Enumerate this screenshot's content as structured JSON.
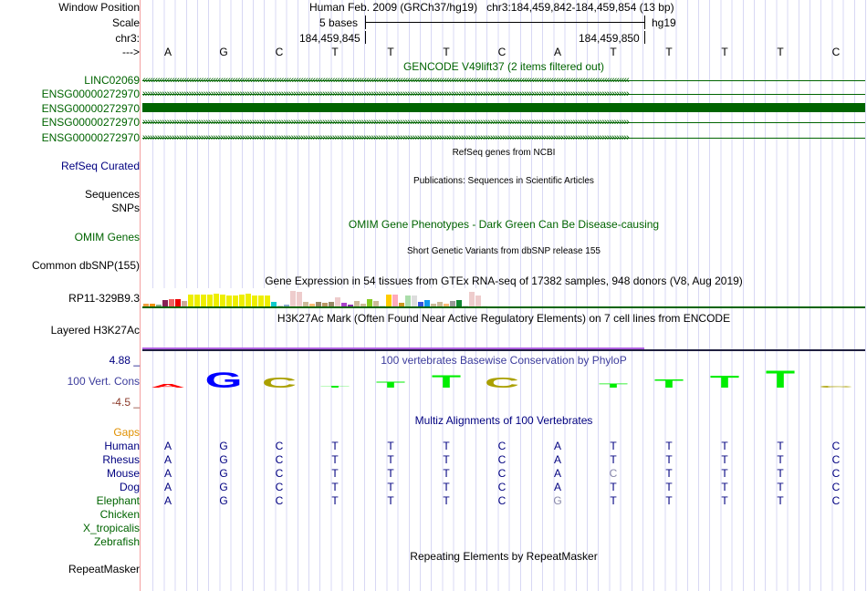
{
  "header": {
    "window_position_label": "Window Position",
    "window_position": "Human Feb. 2009 (GRCh37/hg19)   chr3:184,459,842-184,459,854 (13 bp)",
    "scale_label": "Scale",
    "scale_text": "5 bases",
    "assembly": "hg19",
    "chrom_label": "chr3:",
    "pos1": "184,459,845",
    "pos2": "184,459,850",
    "strand_label": "--->"
  },
  "bases": [
    "A",
    "G",
    "C",
    "T",
    "T",
    "T",
    "C",
    "A",
    "T",
    "T",
    "T",
    "T",
    "C"
  ],
  "gencode": {
    "title": "GENCODE V49lift37 (2 items filtered out)",
    "items": [
      {
        "label": "LINC02069",
        "type": "rev"
      },
      {
        "label": "ENSG00000272970",
        "type": "fwd"
      },
      {
        "label": "ENSG00000272970",
        "type": "block"
      },
      {
        "label": "ENSG00000272970",
        "type": "fwd"
      },
      {
        "label": "ENSG00000272970",
        "type": "fwd"
      }
    ]
  },
  "tracks": {
    "refseq_title": "RefSeq genes from NCBI",
    "refseq_label": "RefSeq Curated",
    "pubs_title": "Publications: Sequences in Scientific Articles",
    "sequences_label": "Sequences",
    "snps_label": "SNPs",
    "omim_title": "OMIM Gene Phenotypes - Dark Green Can Be Disease-causing",
    "omim_label": "OMIM Genes",
    "dbsnp_title": "Short Genetic Variants from dbSNP release 155",
    "dbsnp_label": "Common dbSNP(155)",
    "gtex_title": "Gene Expression in 54 tissues from GTEx RNA-seq of 17382 samples, 948 donors (V8, Aug 2019)",
    "gtex_label": "RP11-329B9.3",
    "h3k_title": "H3K27Ac Mark (Often Found Near Active Regulatory Elements) on 7 cell lines from ENCODE",
    "h3k_label": "Layered H3K27Ac",
    "phylop_title": "100 vertebrates Basewise Conservation by PhyloP",
    "phylop_label": "100 Vert. Cons",
    "phylop_max": "4.88 _",
    "phylop_min": "-4.5 _",
    "gaps_label": "Gaps",
    "multiz_title": "Multiz Alignments of 100 Vertebrates",
    "repeat_title": "Repeating Elements by RepeatMasker",
    "repeat_label": "RepeatMasker"
  },
  "gtex": {
    "values": [
      0.2,
      0.2,
      0.15,
      0.5,
      0.6,
      0.6,
      0.45,
      1,
      1,
      1,
      1,
      1.1,
      1,
      0.95,
      0.9,
      1,
      1.05,
      0.95,
      0.95,
      0.95,
      0.4,
      0.05,
      0.15,
      1.3,
      1.2,
      0.35,
      0.25,
      0.35,
      0.3,
      0.35,
      0.75,
      0.3,
      0.15,
      0.45,
      0.25,
      0.65,
      0.45,
      0.05,
      1,
      1,
      0.3,
      0.95,
      0.95,
      0.35,
      0.55,
      0.25,
      0.35,
      0.25,
      0.45,
      0.5,
      0.05,
      1.2,
      0.9,
      0.05
    ],
    "colors": [
      "#f0a040",
      "#f09010",
      "#88b088",
      "#882255",
      "#ee6060",
      "#ee0000",
      "#ccaa99",
      "#eeee00",
      "#eeee00",
      "#eeee00",
      "#eeee00",
      "#eeee00",
      "#eeee00",
      "#eeee00",
      "#eeee00",
      "#eeee00",
      "#eeee00",
      "#eeee00",
      "#eeee00",
      "#eeee00",
      "#11cccc",
      "#cccccc",
      "#88aacc",
      "#eecccc",
      "#eecccc",
      "#ccbb99",
      "#ffbb77",
      "#998866",
      "#bb9966",
      "#998866",
      "#eecccc",
      "#aa44cc",
      "#8833aa",
      "#ccbb99",
      "#ccbb99",
      "#88cc22",
      "#ccbb99",
      "#dddddd",
      "#ffcc00",
      "#ffaabb",
      "#cc9922",
      "#aaddaa",
      "#dddddd",
      "#3355dd",
      "#1199ee",
      "#ccbb99",
      "#ccbb99",
      "#ffbb77",
      "#999999",
      "#118833",
      "#dddddd",
      "#eecccc",
      "#eecccc",
      "#eeeeee"
    ]
  },
  "phylop": {
    "heights": [
      0.2,
      0.9,
      0.6,
      0.1,
      0.35,
      0.75,
      0.6,
      0,
      0.25,
      0.5,
      0.7,
      1,
      0.1
    ],
    "colors": [
      "#ff0000",
      "#0000ff",
      "#aaa000",
      "#00ee00",
      "#00ee00",
      "#00ee00",
      "#aaa000",
      "#fff",
      "#00ee00",
      "#00ee00",
      "#00ee00",
      "#00ee00",
      "#aaa000"
    ]
  },
  "multiz": {
    "species": [
      {
        "name": "Human",
        "color": "#000080",
        "bases": [
          "A",
          "G",
          "C",
          "T",
          "T",
          "T",
          "C",
          "A",
          "T",
          "T",
          "T",
          "T",
          "C"
        ]
      },
      {
        "name": "Rhesus",
        "color": "#000080",
        "bases": [
          "A",
          "G",
          "C",
          "T",
          "T",
          "T",
          "C",
          "A",
          "T",
          "T",
          "T",
          "T",
          "C"
        ]
      },
      {
        "name": "Mouse",
        "color": "#000080",
        "bases": [
          "A",
          "G",
          "C",
          "T",
          "T",
          "T",
          "C",
          "A",
          "C*",
          "T",
          "T",
          "T",
          "C"
        ]
      },
      {
        "name": "Dog",
        "color": "#000080",
        "bases": [
          "A",
          "G",
          "C",
          "T",
          "T",
          "T",
          "C",
          "A",
          "T",
          "T",
          "T",
          "T",
          "C"
        ]
      },
      {
        "name": "Elephant",
        "color": "#006400",
        "bases": [
          "A",
          "G",
          "C",
          "T",
          "T",
          "T",
          "C",
          "G*",
          "T",
          "T",
          "T",
          "T",
          "C"
        ]
      },
      {
        "name": "Chicken",
        "color": "#006400",
        "bases": []
      },
      {
        "name": "X_tropicalis",
        "color": "#006400",
        "bases": []
      },
      {
        "name": "Zebrafish",
        "color": "#006400",
        "bases": []
      }
    ]
  }
}
